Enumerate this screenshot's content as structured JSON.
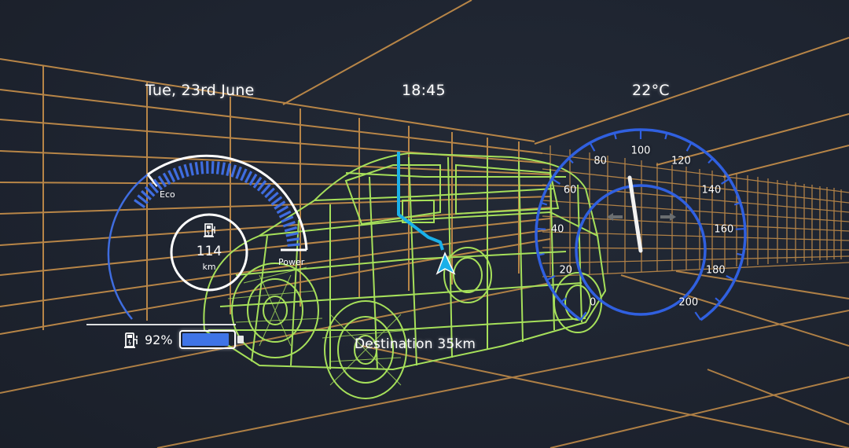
{
  "header": {
    "date": "Tue, 23rd June",
    "time": "18:45",
    "temperature": "22°C"
  },
  "power_gauge": {
    "eco_label": "Eco",
    "power_label": "Power",
    "icon": "charging-station-icon",
    "range_value": "114",
    "range_unit": "km",
    "accent_color": "#3f6de0"
  },
  "battery": {
    "icon": "charging-station-icon",
    "percent_label": "92%",
    "percent": 92,
    "fill_color": "#3f74e6"
  },
  "navigation": {
    "destination_label": "Destination 35km",
    "route_color": "#1ab0e8",
    "arrow_icon": "navigation-arrow-icon"
  },
  "speedometer": {
    "ticks": [
      "0",
      "20",
      "40",
      "60",
      "80",
      "100",
      "120",
      "140",
      "160",
      "180",
      "200"
    ],
    "needle_value": 96,
    "left_arrow_icon": "arrow-left-icon",
    "right_arrow_icon": "arrow-right-icon",
    "accent_color": "#3060e0"
  },
  "colors": {
    "background": "#1e2430",
    "grid": "#c8904a",
    "wireframe": "#a6e05a",
    "text": "#ffffff"
  }
}
